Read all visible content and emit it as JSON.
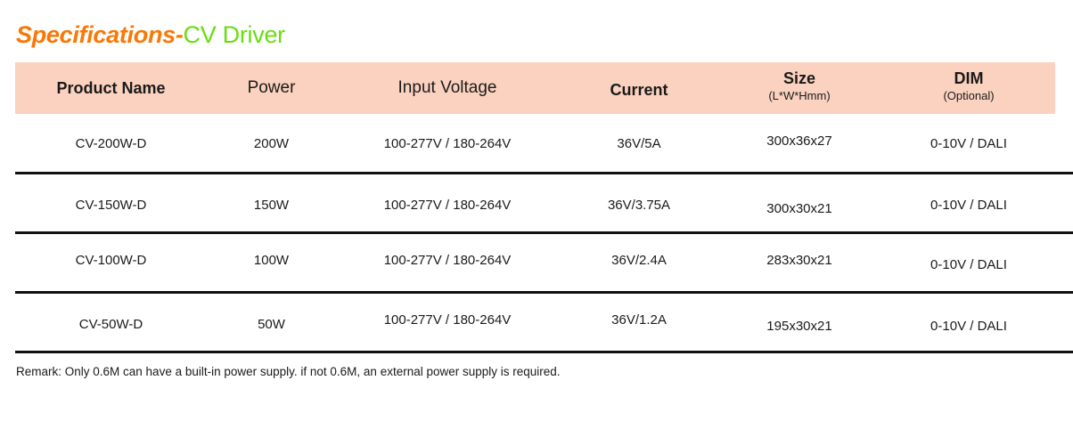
{
  "title": {
    "main": "Specifications-",
    "sub": "CV Driver",
    "main_color": "#f97806",
    "sub_color": "#6add12"
  },
  "table": {
    "header_background": "#fbd2bf",
    "rule_color": "#111111",
    "columns": [
      {
        "key": "product_name",
        "label": "Product Name",
        "sublabel": ""
      },
      {
        "key": "power",
        "label": "Power",
        "sublabel": ""
      },
      {
        "key": "input_voltage",
        "label": "Input Voltage",
        "sublabel": ""
      },
      {
        "key": "current",
        "label": "Current",
        "sublabel": ""
      },
      {
        "key": "size",
        "label": "Size",
        "sublabel": "(L*W*Hmm)"
      },
      {
        "key": "dim",
        "label": "DIM",
        "sublabel": "(Optional)"
      }
    ],
    "rows": [
      {
        "product_name": "CV-200W-D",
        "power": "200W",
        "input_voltage": "100-277V / 180-264V",
        "current": "36V/5A",
        "size": "300x36x27",
        "dim": "0-10V / DALI"
      },
      {
        "product_name": "CV-150W-D",
        "power": "150W",
        "input_voltage": "100-277V / 180-264V",
        "current": "36V/3.75A",
        "size": "300x30x21",
        "dim": "0-10V / DALI"
      },
      {
        "product_name": "CV-100W-D",
        "power": "100W",
        "input_voltage": "100-277V / 180-264V",
        "current": "36V/2.4A",
        "size": "283x30x21",
        "dim": "0-10V / DALI"
      },
      {
        "product_name": "CV-50W-D",
        "power": "50W",
        "input_voltage": "100-277V / 180-264V",
        "current": "36V/1.2A",
        "size": "195x30x21",
        "dim": "0-10V / DALI"
      }
    ]
  },
  "remark": "Remark: Only 0.6M can have a built-in power supply. if not 0.6M, an external power supply is required."
}
